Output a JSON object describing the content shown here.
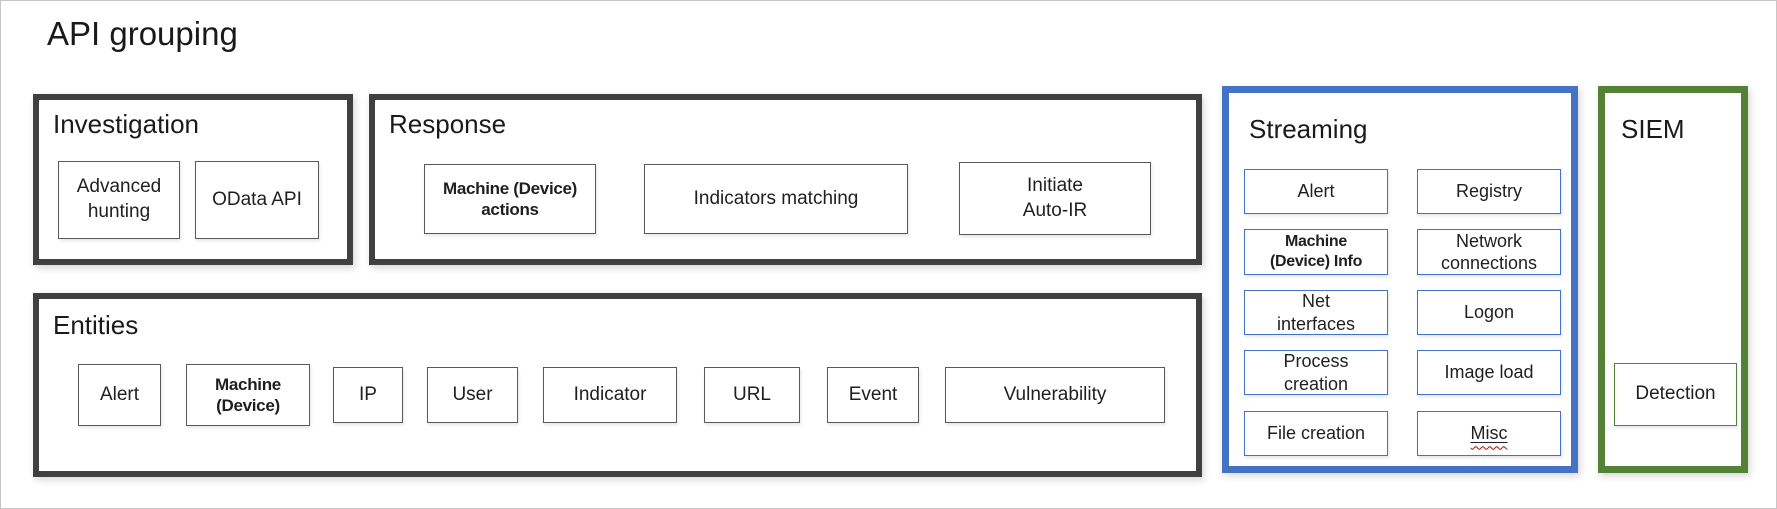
{
  "page": {
    "title": "API grouping"
  },
  "colors": {
    "group_border_dark": "#404040",
    "streaming_accent": "#4472c4",
    "siem_accent": "#538135",
    "item_border": "#595959",
    "misc_squiggle": "#c00000"
  },
  "groups": {
    "investigation": {
      "label": "Investigation",
      "items": [
        {
          "label": "Advanced\nhunting"
        },
        {
          "label": "OData API"
        }
      ]
    },
    "response": {
      "label": "Response",
      "items": [
        {
          "label": "Machine (Device)\nactions"
        },
        {
          "label": "Indicators matching"
        },
        {
          "label": "Initiate\nAuto-IR"
        }
      ]
    },
    "entities": {
      "label": "Entities",
      "items": [
        {
          "label": "Alert"
        },
        {
          "label": "Machine\n(Device)"
        },
        {
          "label": "IP"
        },
        {
          "label": "User"
        },
        {
          "label": "Indicator"
        },
        {
          "label": "URL"
        },
        {
          "label": "Event"
        },
        {
          "label": "Vulnerability"
        }
      ]
    },
    "streaming": {
      "label": "Streaming",
      "items": [
        {
          "label": "Alert"
        },
        {
          "label": "Registry"
        },
        {
          "label": "Machine\n(Device) Info"
        },
        {
          "label": "Network\nconnections"
        },
        {
          "label": "Net\ninterfaces"
        },
        {
          "label": "Logon"
        },
        {
          "label": "Process\ncreation"
        },
        {
          "label": "Image load"
        },
        {
          "label": "File creation"
        },
        {
          "label": "Misc"
        }
      ]
    },
    "siem": {
      "label": "SIEM",
      "items": [
        {
          "label": "Detection"
        }
      ]
    }
  }
}
